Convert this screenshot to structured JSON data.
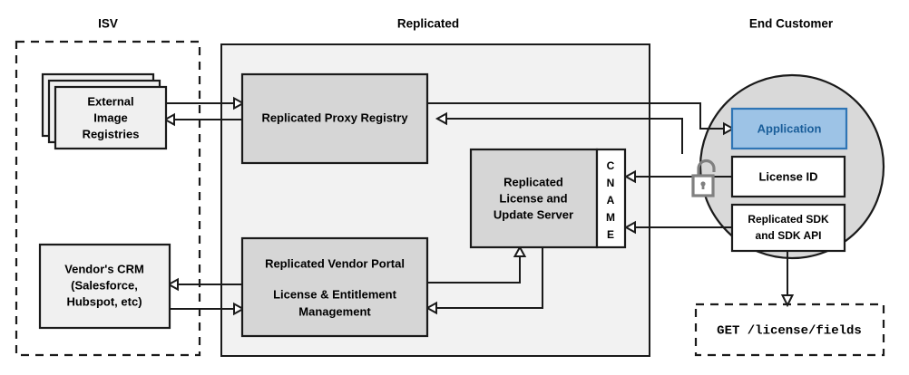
{
  "zones": {
    "isv": {
      "title": "ISV",
      "type": "dashed-region"
    },
    "replicated": {
      "title": "Replicated",
      "type": "filled-region"
    },
    "end_customer": {
      "title": "End Customer",
      "type": "circle-region"
    }
  },
  "nodes": {
    "external_image_registries": {
      "label_lines": [
        "External",
        "Image",
        "Registries"
      ],
      "style": "stacked-card",
      "zone": "isv"
    },
    "vendors_crm": {
      "label_lines": [
        "Vendor's CRM",
        "(Salesforce,",
        "Hubspot, etc)"
      ],
      "style": "plain-card",
      "zone": "isv"
    },
    "proxy_registry": {
      "label_lines": [
        "Replicated Proxy Registry"
      ],
      "style": "gray-card",
      "zone": "replicated"
    },
    "license_update_server": {
      "label_lines": [
        "Replicated",
        "License and",
        "Update Server"
      ],
      "style": "gray-card",
      "zone": "replicated"
    },
    "cname": {
      "letters": [
        "C",
        "N",
        "A",
        "M",
        "E"
      ],
      "label": "CNAME",
      "style": "white-strip",
      "zone": "replicated"
    },
    "vendor_portal": {
      "label_lines": [
        "Replicated Vendor Portal",
        "License & Entitlement",
        "Management"
      ],
      "style": "gray-card",
      "zone": "replicated"
    },
    "application": {
      "label_lines": [
        "Application"
      ],
      "style": "blue-card",
      "zone": "end_customer"
    },
    "license_id": {
      "label_lines": [
        "License ID"
      ],
      "style": "white-card",
      "zone": "end_customer"
    },
    "replicated_sdk": {
      "label_lines": [
        "Replicated SDK",
        "and SDK API"
      ],
      "style": "white-card",
      "zone": "end_customer"
    },
    "api_call": {
      "label_lines": [
        "GET /license/fields"
      ],
      "style": "dashed-card-mono",
      "zone": "end_customer"
    },
    "unlock": {
      "icon": "unlock-icon",
      "style": "icon"
    }
  },
  "colors": {
    "accent_blue_fill": "#9dc3e6",
    "accent_blue_stroke": "#2f75b5",
    "accent_blue_text": "#1a5e9a",
    "region_fill": "#f2f2f2",
    "circle_fill": "#d9d9d9",
    "node_gray_fill": "#d6d6d6",
    "line": "#1a1a1a",
    "lock_gray": "#808080"
  }
}
